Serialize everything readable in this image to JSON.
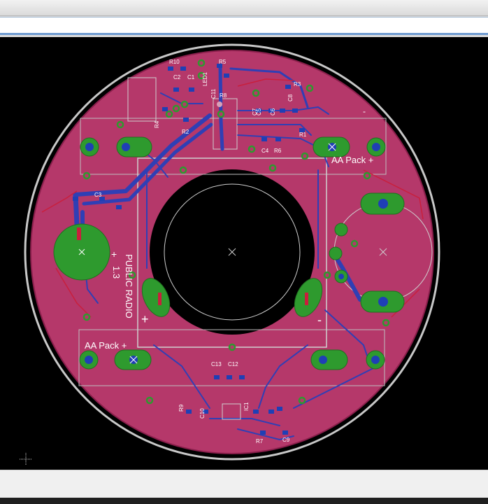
{
  "command_line": {
    "value": "",
    "placeholder": ""
  },
  "board": {
    "colors": {
      "board": "#b5386a",
      "pad": "#2e9a2e",
      "trace": "#2f3fb5",
      "silkscreen": "#ffffff",
      "background": "#000000"
    },
    "texts": {
      "aa_pack_top": "AA Pack +",
      "aa_pack_bottom": "AA Pack +",
      "title": "PUBLIC RADIO",
      "version": "1.3",
      "plus_sign": "+",
      "minus_sign": "-"
    },
    "components": [
      "R10",
      "C2",
      "C1",
      "R5",
      "LED1",
      "C11",
      "R8",
      "R2",
      "C3",
      "C4",
      "R6",
      "R4",
      "R3",
      "R1",
      "C5",
      "C6",
      "C8",
      "C7",
      "C13",
      "C12",
      "C10",
      "R9",
      "C9",
      "R7",
      "IC1"
    ]
  }
}
